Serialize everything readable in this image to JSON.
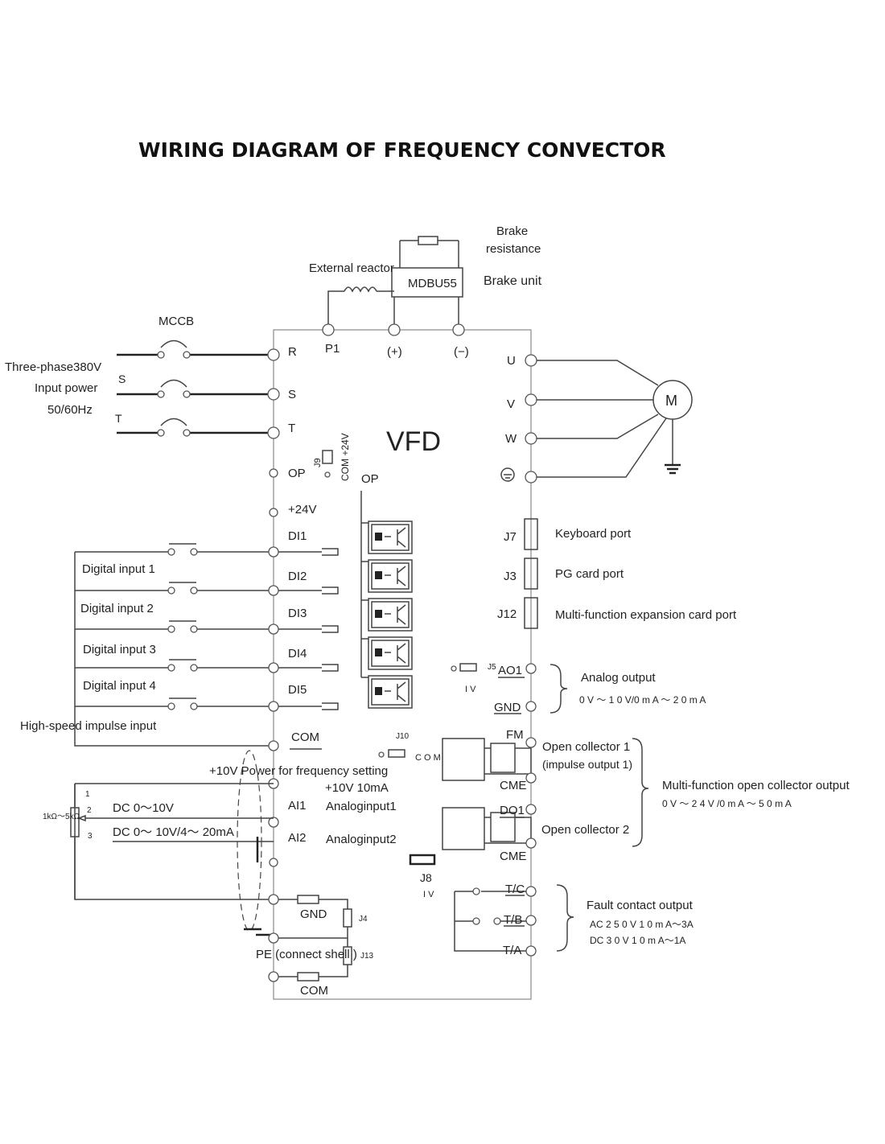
{
  "title": "WIRING DIAGRAM OF FREQUENCY CONVECTOR",
  "vfd_label": "VFD",
  "top": {
    "brake_resistance_line1": "Brake",
    "brake_resistance_line2": "resistance",
    "brake_unit": "Brake unit",
    "brake_model": "MDBU55",
    "external_reactor": "External reactor",
    "p1": "P1",
    "plus": "(+)",
    "minus": "(−)"
  },
  "power_input": {
    "mccb": "MCCB",
    "line1": "Three-phase380V",
    "line2": "Input power",
    "line3": "50/60Hz",
    "s_in": "S",
    "t_in": "T",
    "r": "R",
    "s": "S",
    "t": "T"
  },
  "left_terminals": {
    "op": "OP",
    "j9": "J9",
    "com_24v": "COM +24V",
    "op_right": "OP",
    "p24v": "+24V",
    "di1": "DI1",
    "di2": "DI2",
    "di3": "DI3",
    "di4": "DI4",
    "di5": "DI5",
    "com": "COM"
  },
  "digital_inputs": {
    "in1": "Digital input 1",
    "in2": "Digital input 2",
    "in3": "Digital input 3",
    "in4": "Digital input 4",
    "hs": "High-speed impulse input"
  },
  "motor": {
    "u": "U",
    "v": "V",
    "w": "W",
    "m": "M"
  },
  "ports": {
    "j7": "J7",
    "j7_label": "Keyboard port",
    "j3": "J3",
    "j3_label": "PG card port",
    "j12": "J12",
    "j12_label": "Multi-function expansion card port"
  },
  "analog_out": {
    "j5": "J5",
    "ao1": "AO1",
    "iv": "I V",
    "gnd": "GND",
    "label": "Analog output",
    "range": "0 V ～ 1 0 V/0 m A ～ 2 0 m A"
  },
  "open_collector": {
    "j10": "J10",
    "com": "C O M",
    "fm": "FM",
    "cme1": "CME",
    "do1": "DO1",
    "cme2": "CME",
    "oc1": "Open collector 1",
    "oc1_sub": "(impulse output 1)",
    "oc2": "Open collector 2",
    "multi": "Multi-function open collector output",
    "multi_range": "0 V ～ 2 4 V /0 m A ～ 5 0 m A"
  },
  "analog_in": {
    "p10v_title": "+10V Power for frequency setting",
    "p10v": "+10V 10mA",
    "ai1": "AI1",
    "ai1_label": "Analoginput1",
    "ai2": "AI2",
    "ai2_label": "Analoginput2",
    "pot": "1kΩ～5kΩ",
    "pin1": "1",
    "pin2": "2",
    "pin3": "3",
    "dc1": "DC 0～10V",
    "dc2": "DC 0～ 10V/4～ 20mA"
  },
  "bottom": {
    "j8": "J8",
    "iv": "I V",
    "gnd": "GND",
    "j4": "J4",
    "pe": "PE (connect shell )",
    "j13": "J13",
    "com": "COM"
  },
  "fault": {
    "tc": "T/C",
    "tb": "T/B",
    "ta": "T/A",
    "label": "Fault contact output",
    "ac": "AC 2 5 0 V 1 0 m A～3A",
    "dc": "DC 3 0 V 1 0 m A～1A"
  }
}
